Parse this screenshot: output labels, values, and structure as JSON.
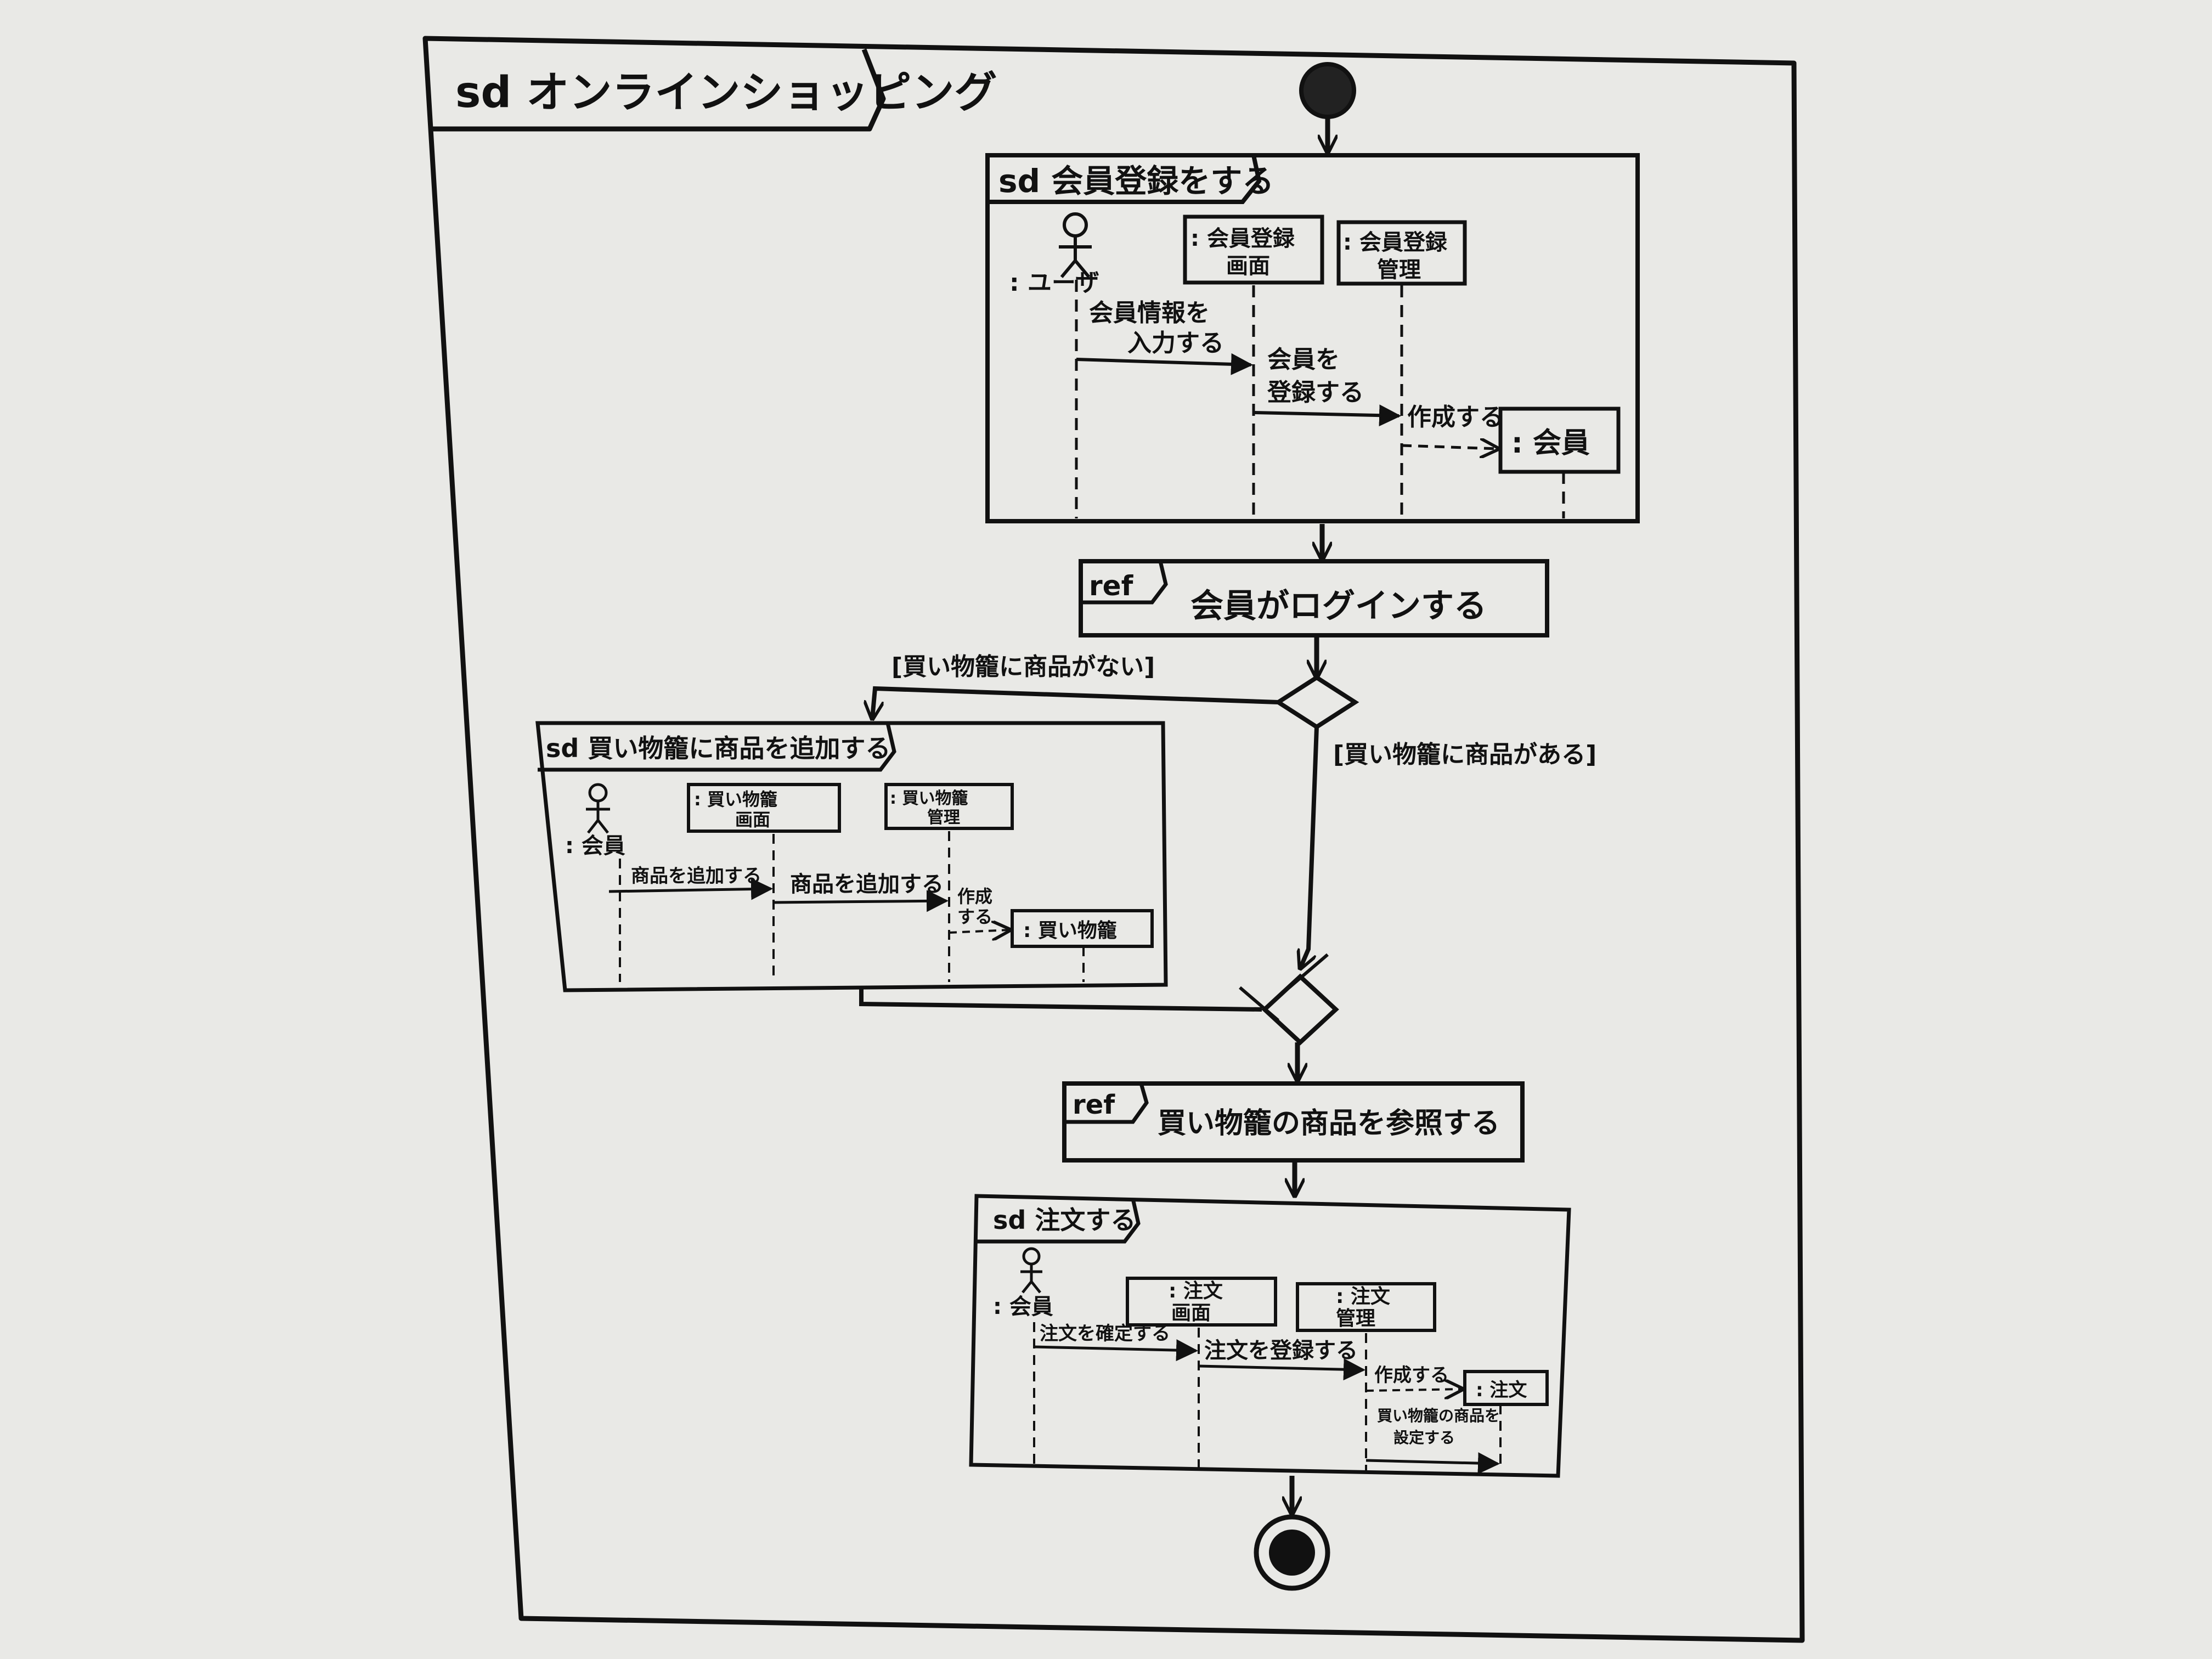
{
  "diagram": {
    "title": "sd オンラインショッピング",
    "register": {
      "title": "sd 会員登録をする",
      "actor": ": ユーザ",
      "screen": [
        ": 会員登録",
        "画面"
      ],
      "manager": [
        ": 会員登録",
        "管理"
      ],
      "msg_input": [
        "会員情報を",
        "入力する"
      ],
      "msg_register": [
        "会員を",
        "登録する"
      ],
      "msg_create": "作成する",
      "created": ": 会員"
    },
    "login_ref": {
      "tag": "ref",
      "text": "会員がログインする"
    },
    "guard_empty": "[買い物籠に商品がない]",
    "guard_has": "[買い物籠に商品がある]",
    "cart": {
      "title": "sd 買い物籠に商品を追加する",
      "actor": ": 会員",
      "screen": [
        ": 買い物籠",
        "画面"
      ],
      "manager": [
        ": 買い物籠",
        "管理"
      ],
      "msg_add1": "商品を追加する",
      "msg_add2": "商品を追加する",
      "msg_create": [
        "作成",
        "する"
      ],
      "created": ": 買い物籠"
    },
    "browse_ref": {
      "tag": "ref",
      "text": "買い物籠の商品を参照する"
    },
    "order": {
      "title": "sd 注文する",
      "actor": ": 会員",
      "screen": [
        ": 注文",
        "画面"
      ],
      "manager": [
        ": 注文",
        "管理"
      ],
      "msg_confirm": "注文を確定する",
      "msg_register": "注文を登録する",
      "msg_create": "作成する",
      "created": ": 注文",
      "msg_set": [
        "買い物籠の商品を",
        "設定する"
      ]
    }
  }
}
